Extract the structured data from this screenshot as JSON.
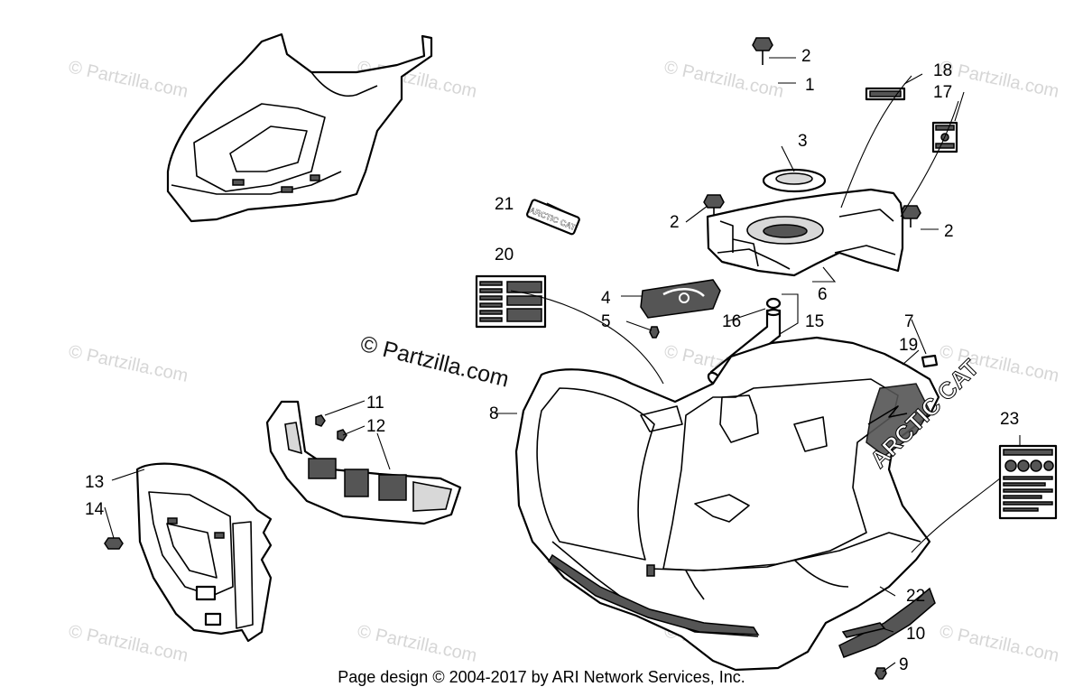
{
  "diagram": {
    "callouts": [
      "1",
      "2",
      "3",
      "4",
      "5",
      "6",
      "7",
      "8",
      "9",
      "10",
      "11",
      "12",
      "13",
      "14",
      "15",
      "16",
      "17",
      "18",
      "19",
      "20",
      "21",
      "22",
      "23"
    ],
    "decal_text": "ARCTIC CAT",
    "footer": "Page design © 2004-2017 by ARI Network Services, Inc.",
    "watermark_main": "© Partzilla.com",
    "watermark_faint": "© Partzilla.com"
  }
}
